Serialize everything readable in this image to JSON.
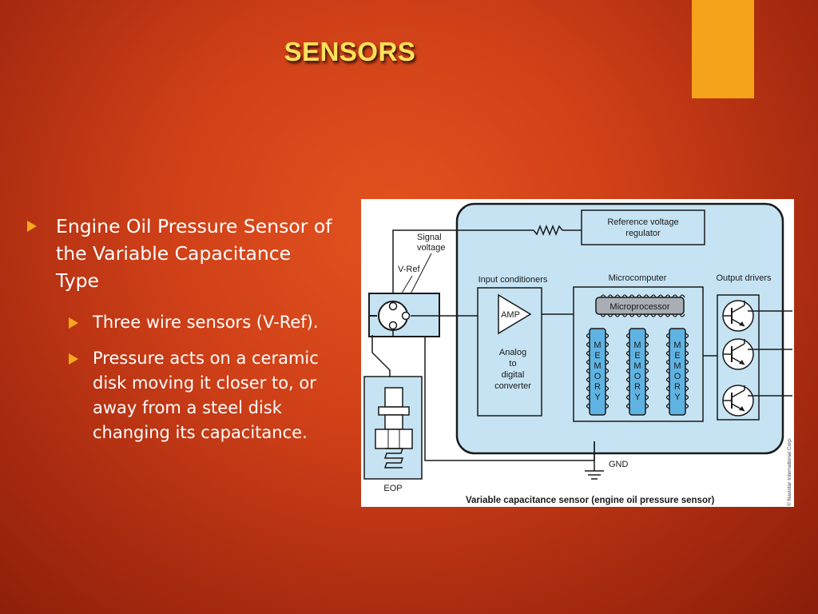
{
  "slide": {
    "title": "SENSORS",
    "bullets": [
      {
        "text": "Engine Oil Pressure Sensor of the Variable Capacitance Type",
        "sub": [
          "Three wire sensors (V-Ref).",
          "Pressure acts on a ceramic disk moving it closer to, or away from a steel disk changing its capacitance."
        ]
      }
    ]
  },
  "diagram": {
    "ref_voltage_l1": "Reference voltage",
    "ref_voltage_l2": "regulator",
    "signal_l1": "Signal",
    "signal_l2": "voltage",
    "vref": "V-Ref",
    "input_conditioners": "Input conditioners",
    "microcomputer": "Microcomputer",
    "output_drivers": "Output drivers",
    "microprocessor": "Microprocessor",
    "amp": "AMP",
    "adc_l1": "Analog",
    "adc_l2": "to",
    "adc_l3": "digital",
    "adc_l4": "converter",
    "memory_letters": [
      "M",
      "E",
      "M",
      "O",
      "R",
      "Y"
    ],
    "gnd": "GND",
    "eop": "EOP",
    "caption": "Variable capacitance sensor (engine oil pressure sensor)",
    "credit": "© Navistar International Corp."
  },
  "colors": {
    "accent": "#f4a31a",
    "title": "#fde25a",
    "bullet_marker": "#f6a81e",
    "diagram_fill": "#c5e3f3",
    "memory_fill": "#5fb3e2"
  }
}
